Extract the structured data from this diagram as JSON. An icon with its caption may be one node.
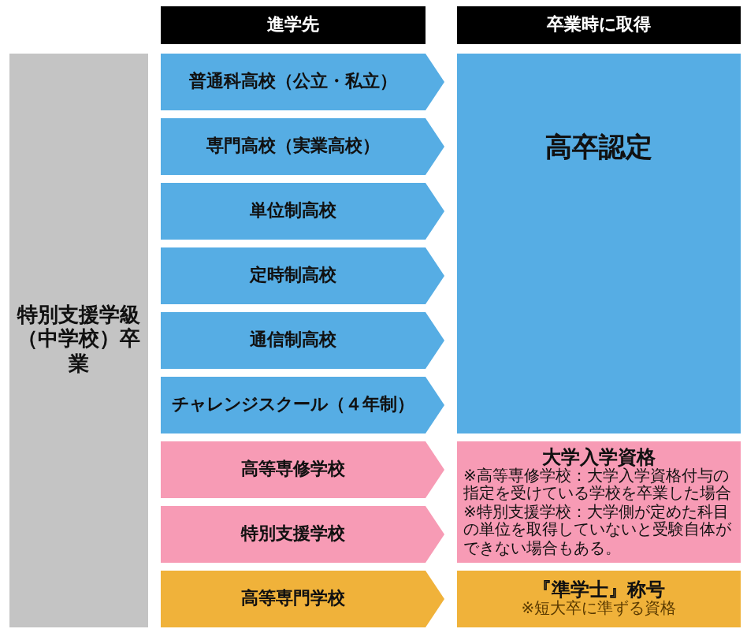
{
  "diagram": {
    "nodes": [
      {
        "text": [
          "特別支援学級（中学校）卒業"
        ]
      },
      {
        "text": [
          "進学先"
        ]
      },
      {
        "text": [
          "卒業時に取得"
        ]
      },
      {
        "text": [
          "普通科高校（公立・私立）"
        ]
      },
      {
        "text": [
          "専門高校（実業高校）"
        ]
      },
      {
        "text": [
          "単位制高校"
        ]
      },
      {
        "text": [
          "定時制高校"
        ]
      },
      {
        "text": [
          "通信制高校"
        ]
      },
      {
        "text": [
          "チャレンジスクール（４年制）"
        ]
      },
      {
        "text": [
          "高等専修学校"
        ]
      },
      {
        "text": [
          "特別支援学校"
        ]
      },
      {
        "text": [
          "高等専門学校"
        ]
      },
      {
        "text": [
          "高卒認定"
        ]
      },
      {
        "text": [
          "大学入学資格",
          "※高等専修学校：大学入学資格付与の指定を受けている学校を卒業した場合",
          "※特別支援学校：大学側が定めた科目の単位を取得していないと受験自体ができない場合もある。"
        ]
      },
      {
        "text": [
          "『準学士』称号",
          "※短大卒に準ずる資格"
        ]
      }
    ]
  }
}
